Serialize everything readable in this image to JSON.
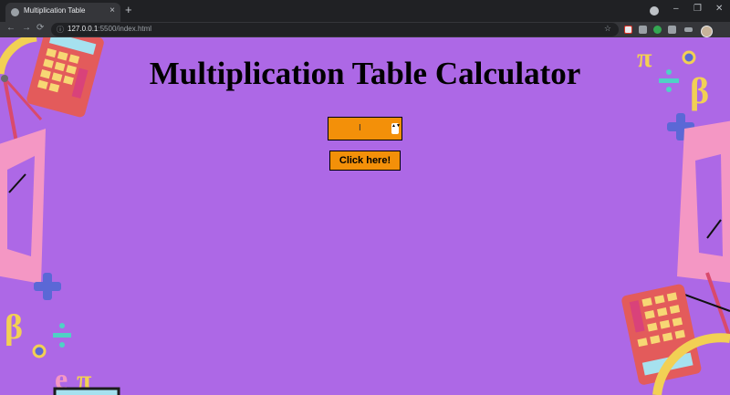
{
  "browser": {
    "tab_title": "Multiplication Table",
    "tab_close": "×",
    "new_tab": "+",
    "window_controls": {
      "minimize": "–",
      "restore": "❐",
      "close": "✕"
    },
    "nav": {
      "back": "←",
      "forward": "→",
      "reload": "⟳"
    },
    "info_icon": "ⓘ",
    "url_host": "127.0.0.1",
    "url_path": ":5500/index.html",
    "bookmark_icon": "☆",
    "menu_icon": "⋮"
  },
  "page": {
    "background_color": "#ad68e6",
    "heading": "Multiplication Table Calculator",
    "input": {
      "value": "",
      "cursor": "I",
      "spinner": "▲▼"
    },
    "button_label": "Click here!",
    "accent_color": "#f39009"
  }
}
